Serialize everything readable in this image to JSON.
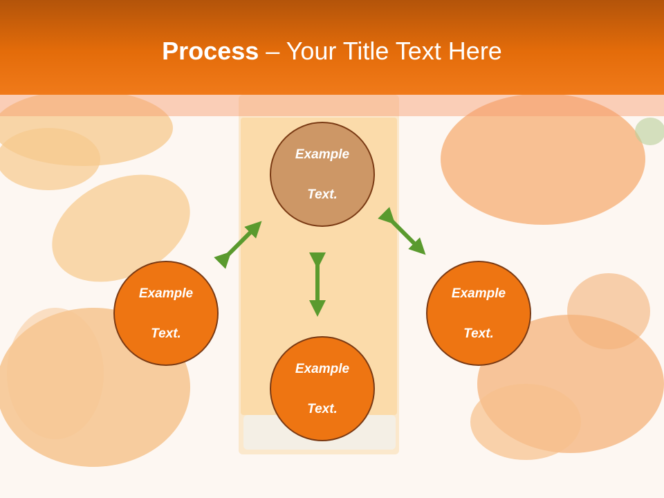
{
  "slide": {
    "title_bold": "Process",
    "title_rest": " – Your Title Text Here"
  },
  "nodes": [
    {
      "id": "top",
      "line1": "Example",
      "line2": "Text."
    },
    {
      "id": "left",
      "line1": "Example",
      "line2": "Text."
    },
    {
      "id": "right",
      "line1": "Example",
      "line2": "Text."
    },
    {
      "id": "bottom",
      "line1": "Example",
      "line2": "Text."
    }
  ],
  "colors": {
    "header": "#e46c0a",
    "node_fill": "#ee7512",
    "node_top_fill": "#cd9766",
    "node_border": "#7a3a14",
    "arrow": "#5a9a2e"
  }
}
